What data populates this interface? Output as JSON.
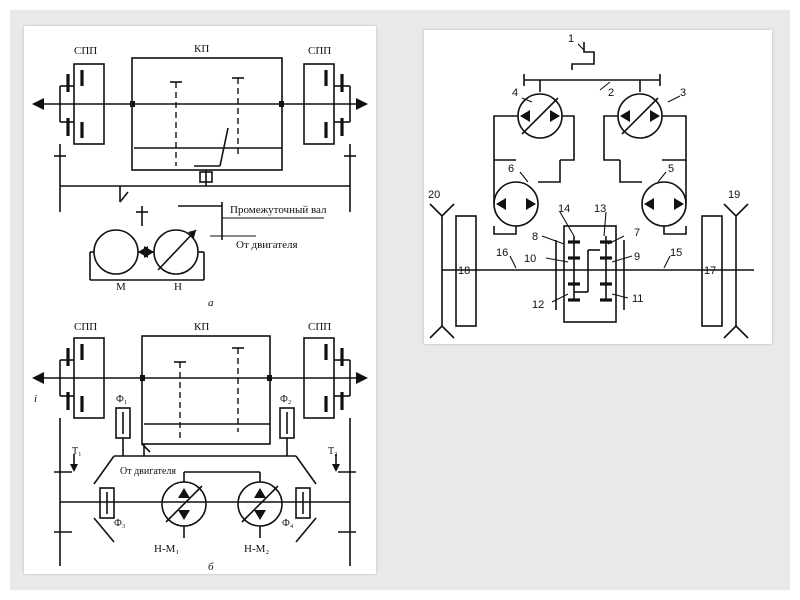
{
  "diagram_a": {
    "label_spp_left": "СПП",
    "label_kp": "КП",
    "label_spp_right": "СПП",
    "label_intermediate_shaft": "Промежуточный вал",
    "label_from_engine": "От двигателя",
    "label_m": "М",
    "label_n": "Н",
    "caption": "а"
  },
  "diagram_b": {
    "label_spp_left": "СПП",
    "label_kp": "КП",
    "label_spp_right": "СПП",
    "label_i": "i",
    "label_f1": "Ф₁",
    "label_f2": "Ф₂",
    "label_t1": "Т₁",
    "label_t2": "Т₂",
    "label_from_engine": "От двигателя",
    "label_f3": "Ф₃",
    "label_f4": "Ф₄",
    "label_nm1": "Н-М₁",
    "label_nm2": "Н-М₂",
    "caption": "б"
  },
  "diagram_c": {
    "numbers": [
      "1",
      "2",
      "3",
      "4",
      "5",
      "6",
      "7",
      "8",
      "9",
      "10",
      "11",
      "12",
      "13",
      "14",
      "15",
      "16",
      "17",
      "18",
      "19",
      "20"
    ]
  }
}
